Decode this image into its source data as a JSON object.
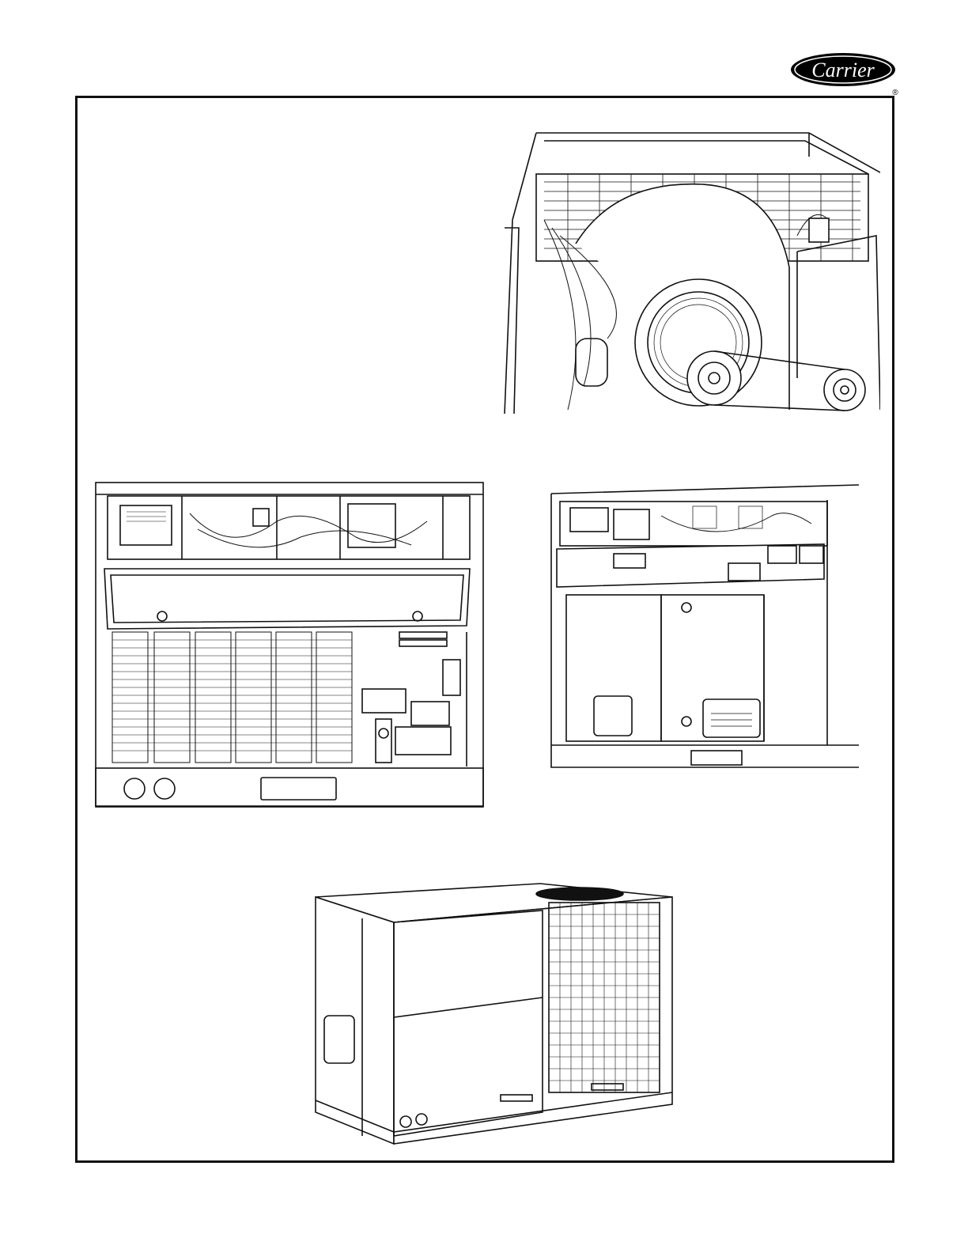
{
  "logo": {
    "brand_text": "Carrier",
    "registered_mark": "®",
    "color": "#000000"
  },
  "illustrations": [
    {
      "id": "blower-section-interior",
      "icon": "blower-motor-assembly-drawing"
    },
    {
      "id": "control-box-front-view",
      "icon": "control-panel-drawing"
    },
    {
      "id": "access-panel-front-view",
      "icon": "access-panel-drawing"
    },
    {
      "id": "packaged-unit-exterior",
      "icon": "rooftop-unit-drawing"
    }
  ]
}
